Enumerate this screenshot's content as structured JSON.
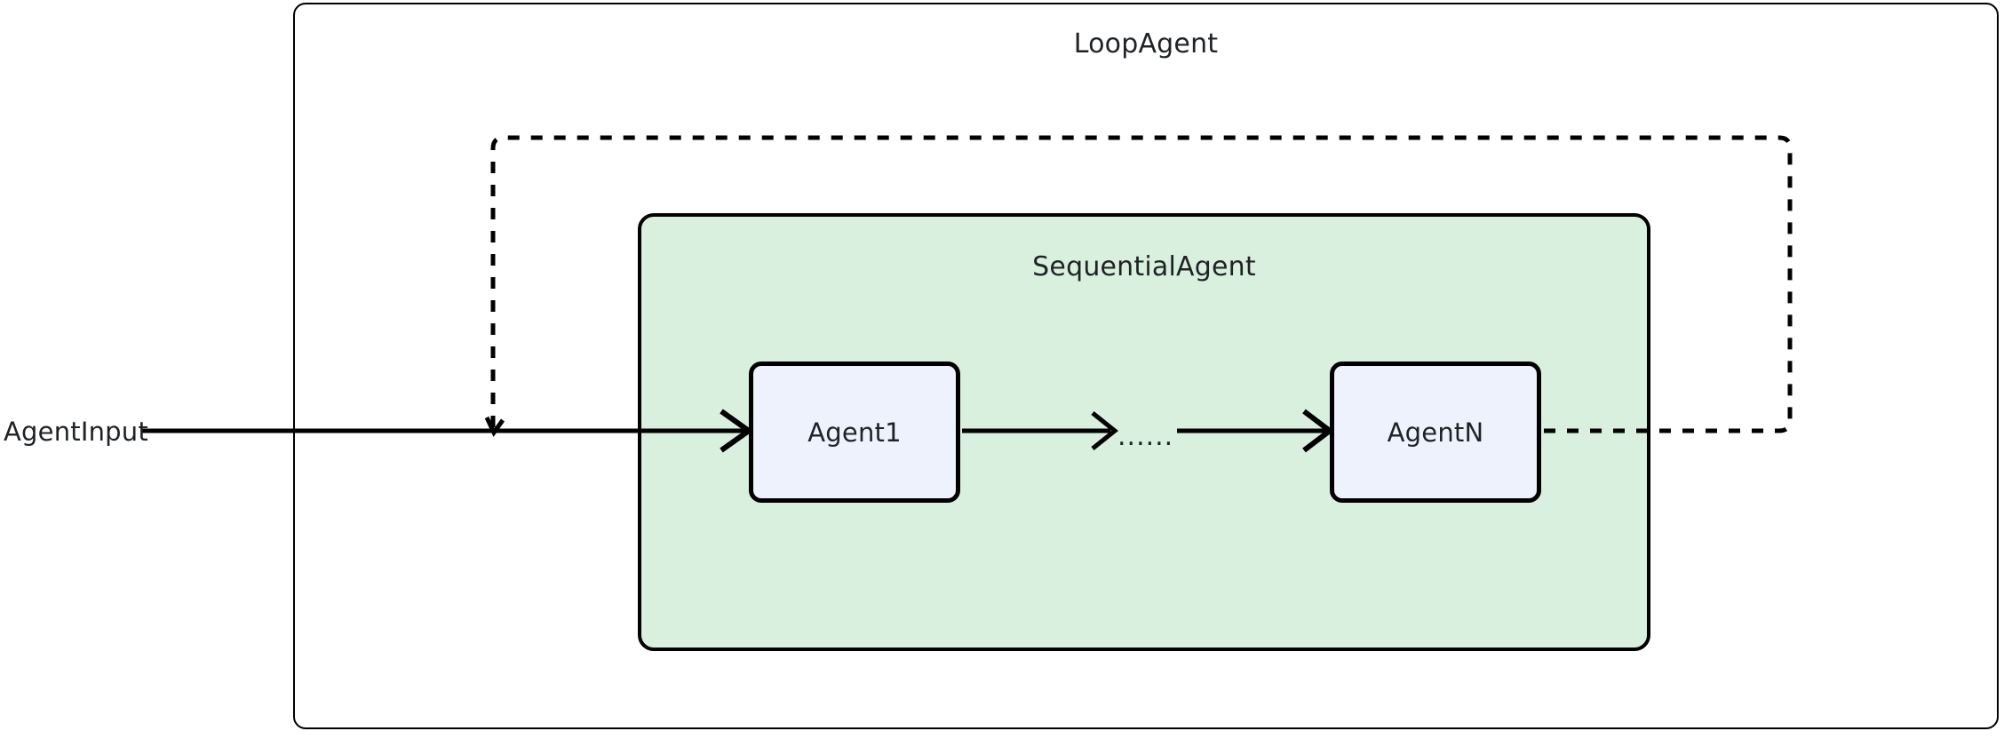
{
  "diagram": {
    "title": "LoopAgent",
    "type": "agent-orchestration-flowchart",
    "background_color": "#ffffff"
  },
  "outer_container": {
    "label": "LoopAgent",
    "border_color": "#000000",
    "fill_color": "transparent"
  },
  "inner_container": {
    "label": "SequentialAgent",
    "border_color": "#000000",
    "fill_color": "#d9f0de"
  },
  "nodes": [
    {
      "id": "agent1",
      "label": "Agent1",
      "fill_color": "#eef2fd",
      "border_color": "#000000"
    },
    {
      "id": "agentN",
      "label": "AgentN",
      "fill_color": "#eef2fd",
      "border_color": "#000000"
    }
  ],
  "entry_point": {
    "label": "AgentInput"
  },
  "continuation": {
    "label": "......"
  },
  "edges": [
    {
      "id": "input-to-agent1",
      "from": "AgentInput",
      "to": "Agent1",
      "style": "solid",
      "arrow": true
    },
    {
      "id": "agent1-to-ellipsis",
      "from": "Agent1",
      "to": "......",
      "style": "solid",
      "arrow": true
    },
    {
      "id": "ellipsis-to-agentN",
      "from": "......",
      "to": "AgentN",
      "style": "solid",
      "arrow": true
    },
    {
      "id": "agentN-loop-back",
      "from": "AgentN",
      "to": "SequentialAgent",
      "style": "dashed",
      "arrow": true
    }
  ]
}
